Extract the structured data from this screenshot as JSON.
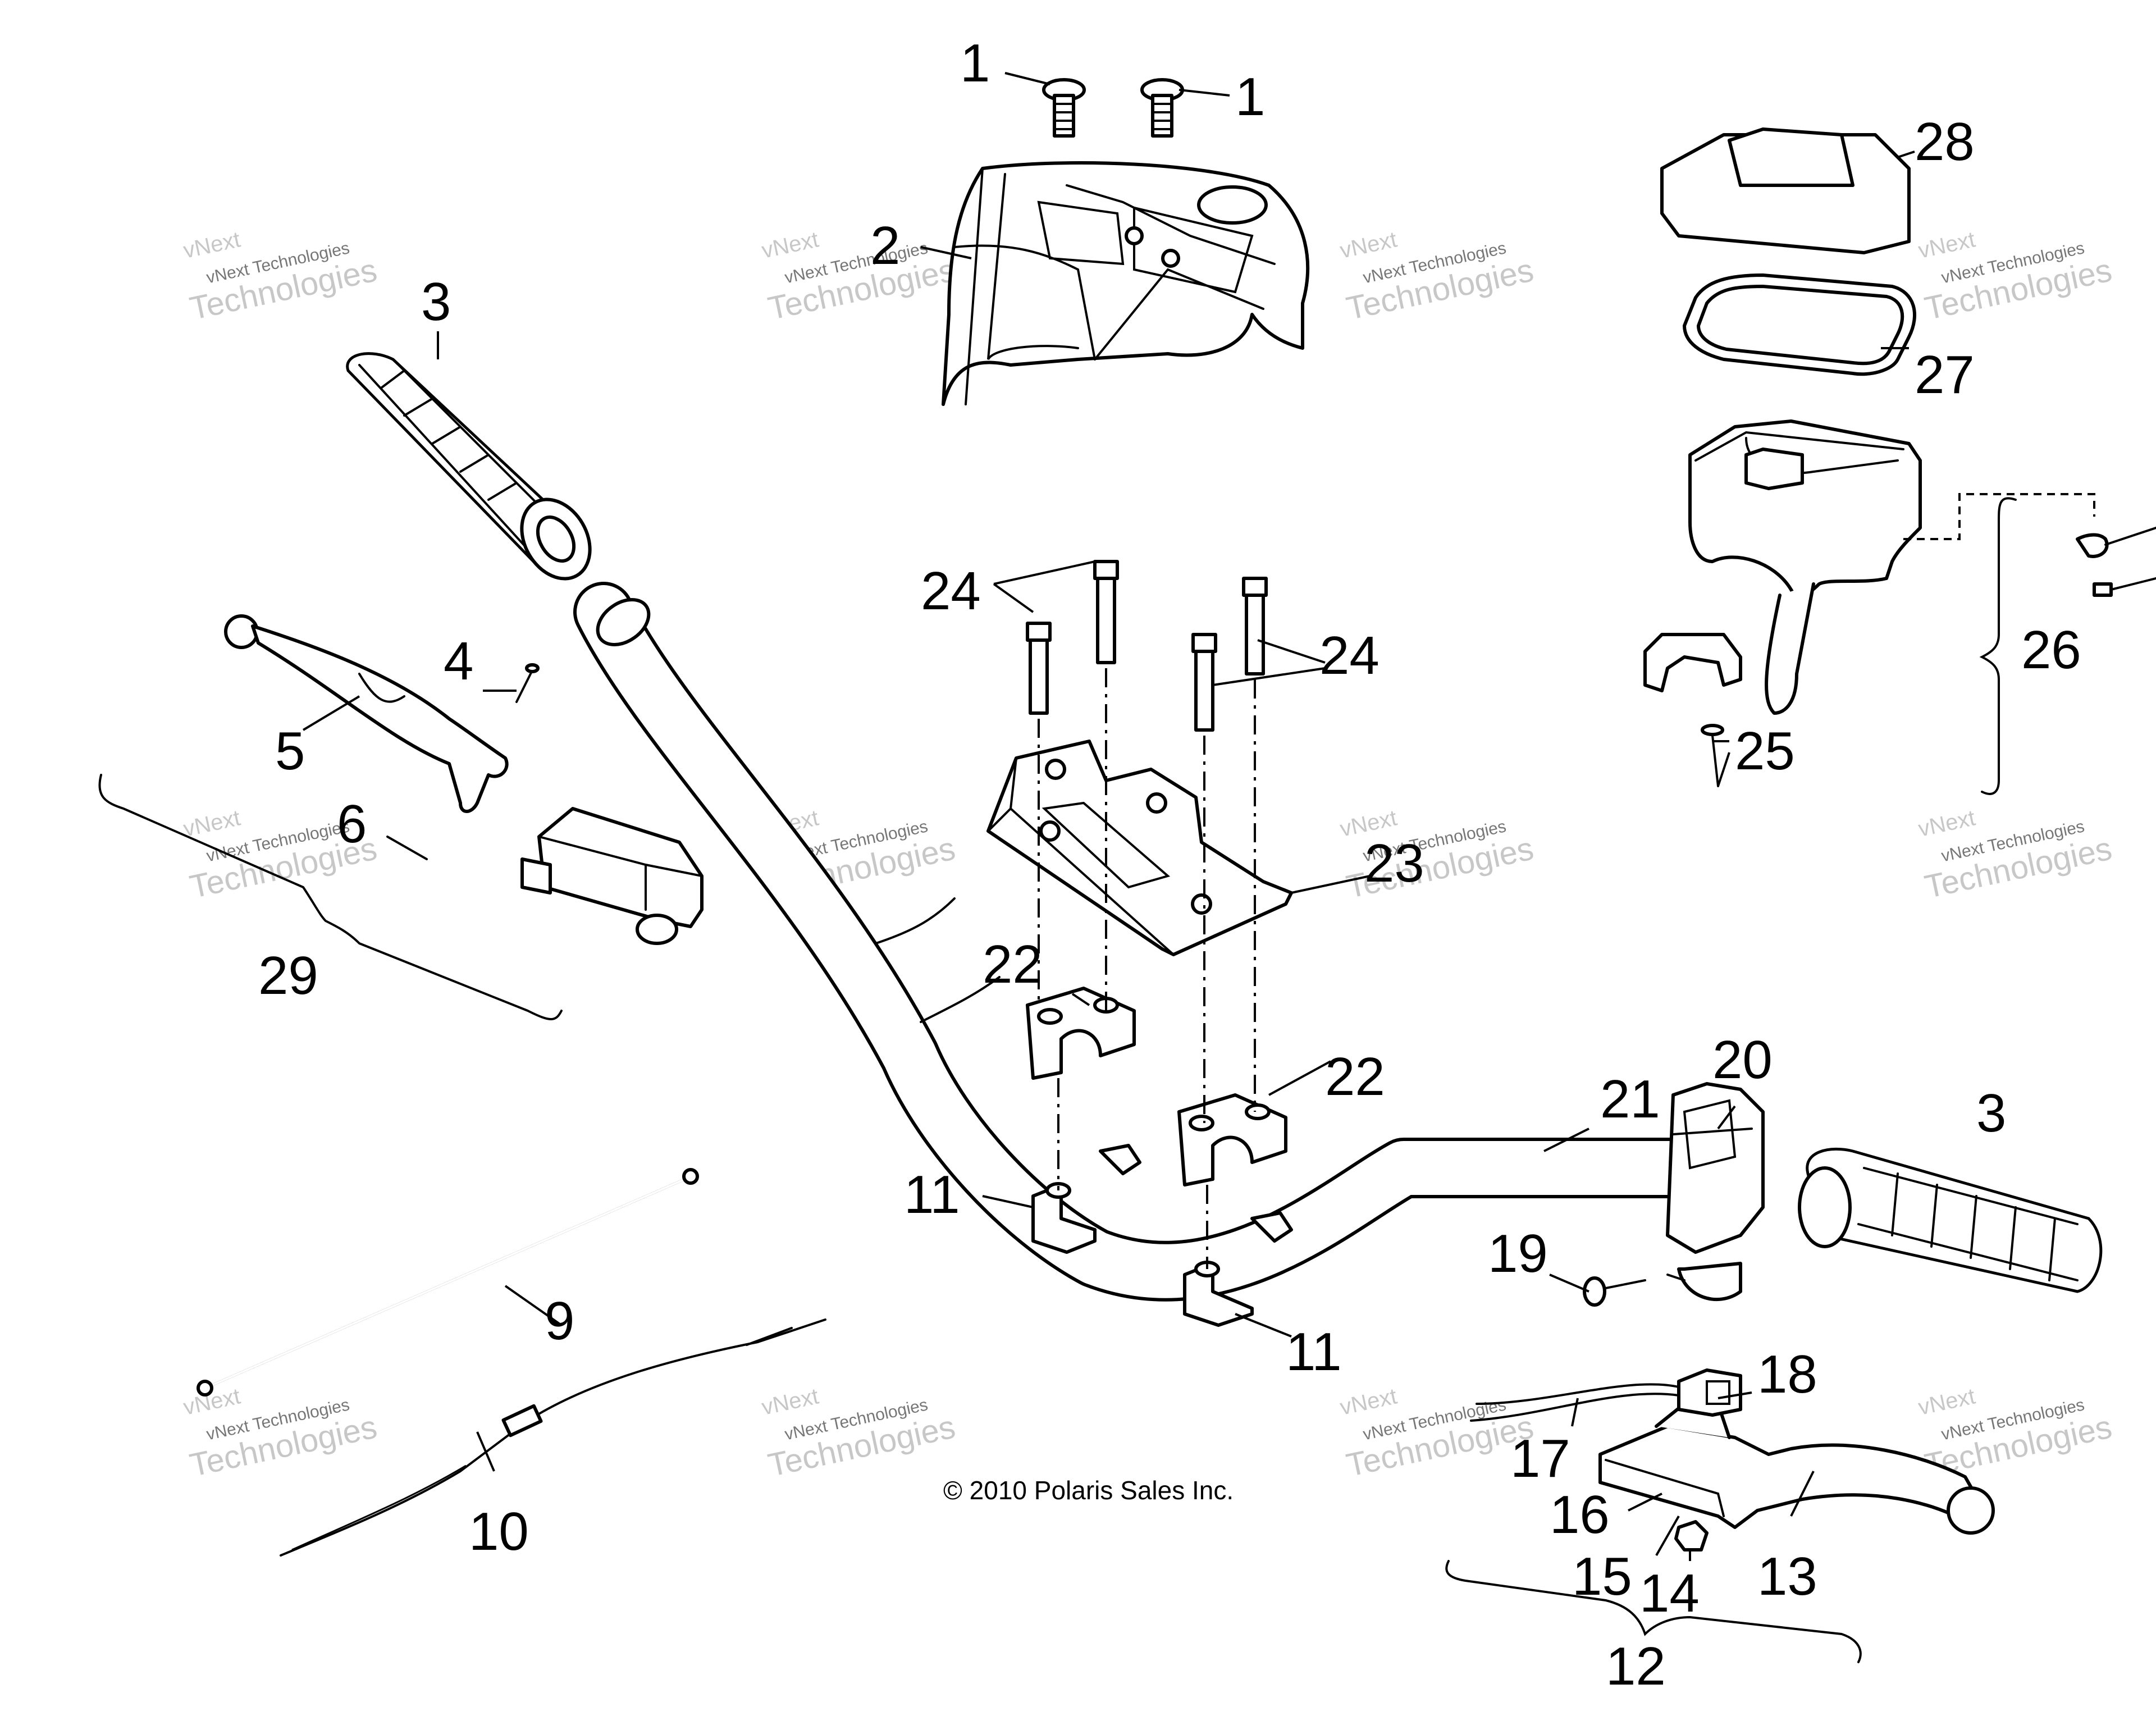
{
  "copyright": "© 2010 Polaris Sales Inc.",
  "watermark": {
    "line1": "vNext",
    "line2": "vNext Technologies",
    "line3": "Technologies"
  },
  "callouts": {
    "c1a": "1",
    "c1b": "1",
    "c2": "2",
    "c3a": "3",
    "c3b": "3",
    "c4": "4",
    "c5": "5",
    "c6": "6",
    "c9": "9",
    "c10": "10",
    "c11a": "11",
    "c11b": "11",
    "c12": "12",
    "c13": "13",
    "c14": "14",
    "c15": "15",
    "c16": "16",
    "c17": "17",
    "c18": "18",
    "c19": "19",
    "c20": "20",
    "c21": "21",
    "c22a": "22",
    "c22b": "22",
    "c23": "23",
    "c24a": "24",
    "c24b": "24",
    "c25": "25",
    "c26": "26",
    "c27": "27",
    "c28": "28",
    "c29": "29"
  }
}
